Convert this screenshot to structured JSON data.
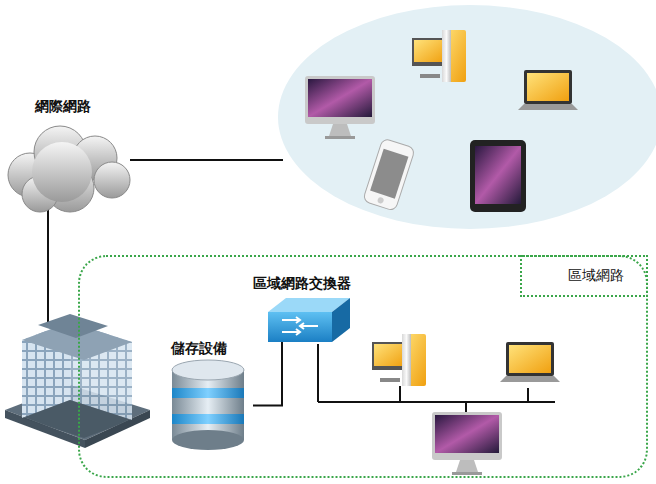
{
  "diagram": {
    "nodes": [
      {
        "text": [
          "網際網路"
        ]
      },
      {
        "text": [
          "區域網路"
        ]
      },
      {
        "text": [
          "區域網路交換器"
        ],
        "in": 1
      },
      {
        "text": [
          "儲存設備"
        ],
        "in": 1
      }
    ],
    "edges": [
      {
        "from": 3,
        "to": 2,
        "arrow": "none"
      }
    ]
  }
}
